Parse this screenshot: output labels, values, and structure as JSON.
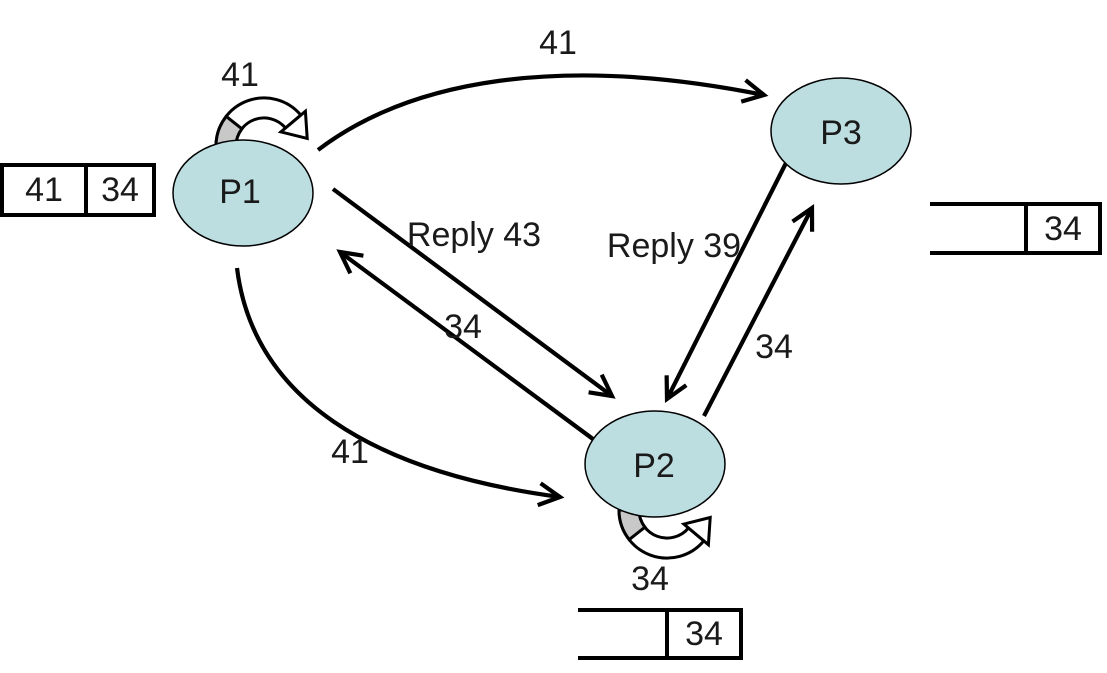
{
  "nodes": {
    "p1": "P1",
    "p2": "P2",
    "p3": "P3"
  },
  "edge_labels": {
    "p1_self_loop": "41",
    "p1_to_p3": "41",
    "p1_to_p2_reply": "Reply 43",
    "p2_to_p1_request": "34",
    "p3_to_p2_reply": "Reply 39",
    "p2_to_p3_request": "34",
    "p1_to_p2_request": "41",
    "p2_self_loop": "34"
  },
  "queues": {
    "p1": {
      "cells": [
        "41",
        "34"
      ]
    },
    "p3": {
      "cells": [
        "",
        "34"
      ]
    },
    "p2": {
      "cells": [
        "",
        "34"
      ]
    }
  },
  "colors": {
    "background": "#ffffff",
    "node_fill": "#bddee1",
    "node_stroke": "#000000",
    "arrow_stroke": "#000000",
    "loop_gray": "#c8c8c8",
    "text": "#1a1a1a"
  }
}
